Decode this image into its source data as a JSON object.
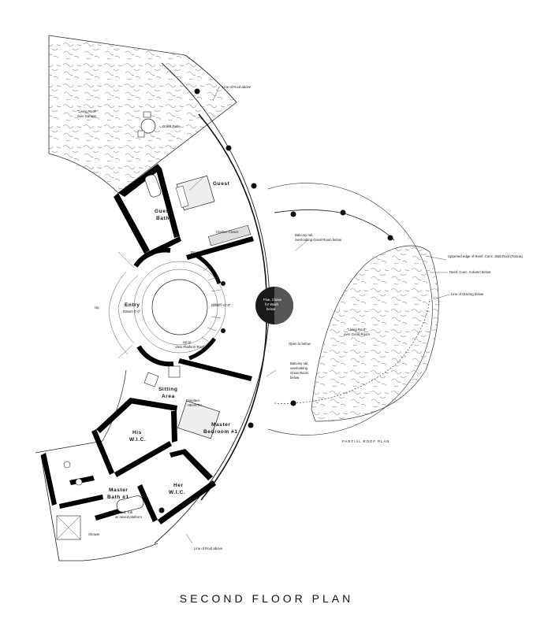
{
  "title": "SECOND FLOOR PLAN",
  "rooms": {
    "guest": "Guest",
    "guest_bath_1": "Guest",
    "guest_bath_2": "Bath",
    "entry": "Entry",
    "sitting_1": "Sitting",
    "sitting_2": "Area",
    "his_wic_1": "His",
    "his_wic_2": "W.I.C.",
    "her_wic_1": "Her",
    "her_wic_2": "W.I.C.",
    "master_bed_1": "Master",
    "master_bed_2": "Bedroom #1",
    "master_bath_1": "Master",
    "master_bath_2": "Bath #1"
  },
  "notes": {
    "line_roof_top": "Line of Roof above",
    "line_roof_bottom": "Line of Roof above",
    "living_roof_garage_1": "\"Living Roof\"",
    "living_roof_garage_2": "over Garage",
    "guest_patio": "Guest Patio",
    "clothes_closet": "Clothes Closet",
    "dresser": "Dresser",
    "balcony_top_1": "Balcony rail,",
    "balcony_top_2": "overlooking Great Room below",
    "upturned_edge": "Upturned edge of Reinf. Conc. Slab Roof (Fascia)",
    "reinf_column": "Reinf. Conc. Column below",
    "line_glazing": "Line of Glazing below",
    "living_roof_great_1": "\"Living Roof\"",
    "living_roof_great_2": "over Great Room",
    "open_below": "Open to below",
    "balcony_bottom_1": "Balcony rail,",
    "balcony_bottom_2": "overlooking",
    "balcony_bottom_3": "Great Room",
    "balcony_bottom_4": "below",
    "partial_roof_plan": "PARTIAL ROOF PLAN",
    "datum_top": "Datum +0'-0\"",
    "datum_entry": "Datum 0'-0\"",
    "up_entry": "Up",
    "up_view": "Up to",
    "view_platform": "View Platform Roof",
    "flue_1": "Flue, Chase",
    "flue_2": "for Wash",
    "flue_3": "below",
    "tub": "Soak Tub",
    "tub_2": "w/ raised platform",
    "shower": "Shower",
    "hearth": "Fireplace",
    "hearth_2": "HEARTH"
  }
}
